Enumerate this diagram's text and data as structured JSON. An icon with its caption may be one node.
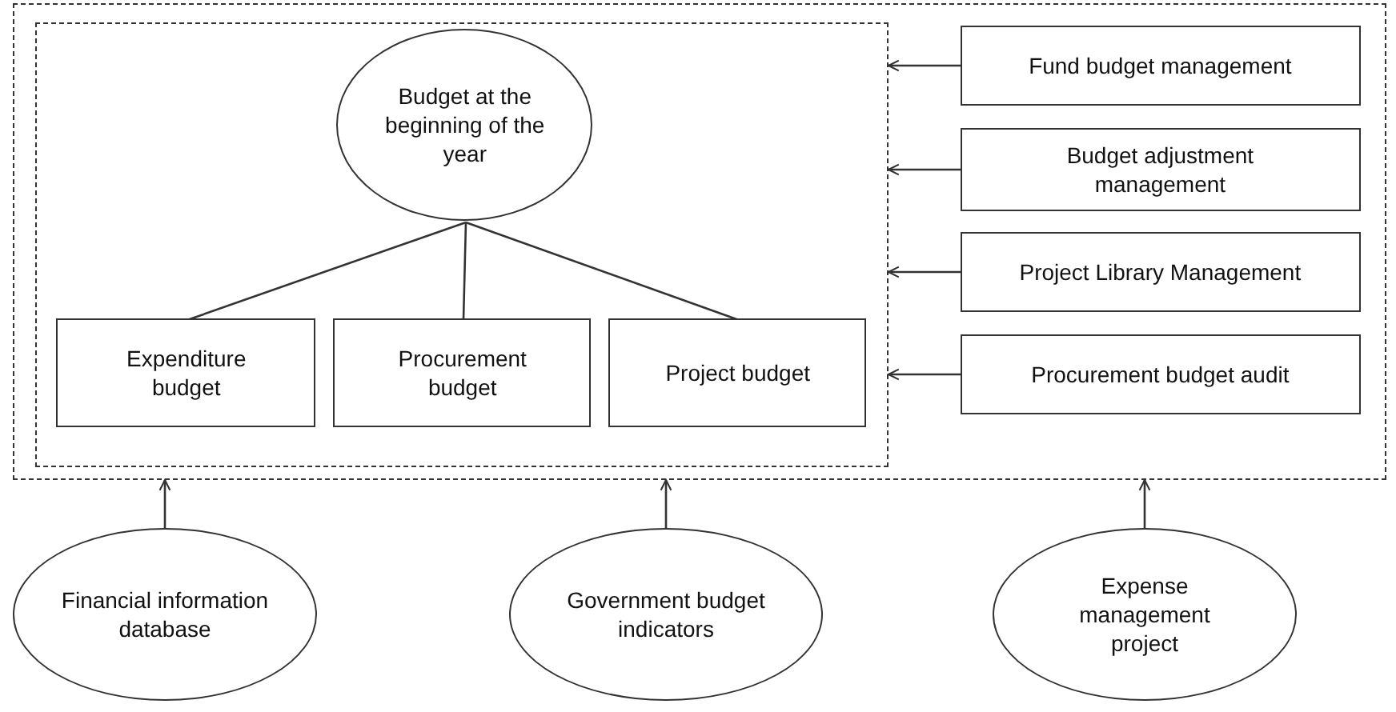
{
  "diagram": {
    "nodes": [
      {
        "text": [],
        "shape": "box"
      },
      {
        "text": [],
        "shape": "box",
        "in": 0
      },
      {
        "text": [
          "Budget at the beginning of the year"
        ],
        "in": 1
      },
      {
        "text": [
          "Expenditure budget"
        ],
        "in": 1
      },
      {
        "text": [
          "Procurement budget"
        ],
        "in": 1
      },
      {
        "text": [
          "Project budget"
        ],
        "in": 1
      },
      {
        "text": [
          "Fund budget management"
        ],
        "in": 0
      },
      {
        "text": [
          "Budget adjustment management"
        ],
        "in": 0
      },
      {
        "text": [
          "Project Library Management"
        ],
        "in": 0
      },
      {
        "text": [
          "Procurement budget audit"
        ],
        "in": 0
      },
      {
        "text": [
          "Financial information database"
        ]
      },
      {
        "text": [
          "Government budget indicators"
        ]
      },
      {
        "text": [
          "Expense management project"
        ]
      }
    ],
    "edges": [
      {
        "from": 2,
        "to": 3,
        "arrow": "none"
      },
      {
        "from": 2,
        "to": 4,
        "arrow": "none"
      },
      {
        "from": 2,
        "to": 5,
        "arrow": "none"
      },
      {
        "from": 6,
        "to": 1,
        "arrow": "to"
      },
      {
        "from": 7,
        "to": 1,
        "arrow": "to"
      },
      {
        "from": 8,
        "to": 1,
        "arrow": "to"
      },
      {
        "from": 9,
        "to": 1,
        "arrow": "to"
      },
      {
        "from": 10,
        "to": 0,
        "arrow": "to"
      },
      {
        "from": 11,
        "to": 0,
        "arrow": "to"
      },
      {
        "from": 12,
        "to": 0,
        "arrow": "to"
      }
    ]
  }
}
